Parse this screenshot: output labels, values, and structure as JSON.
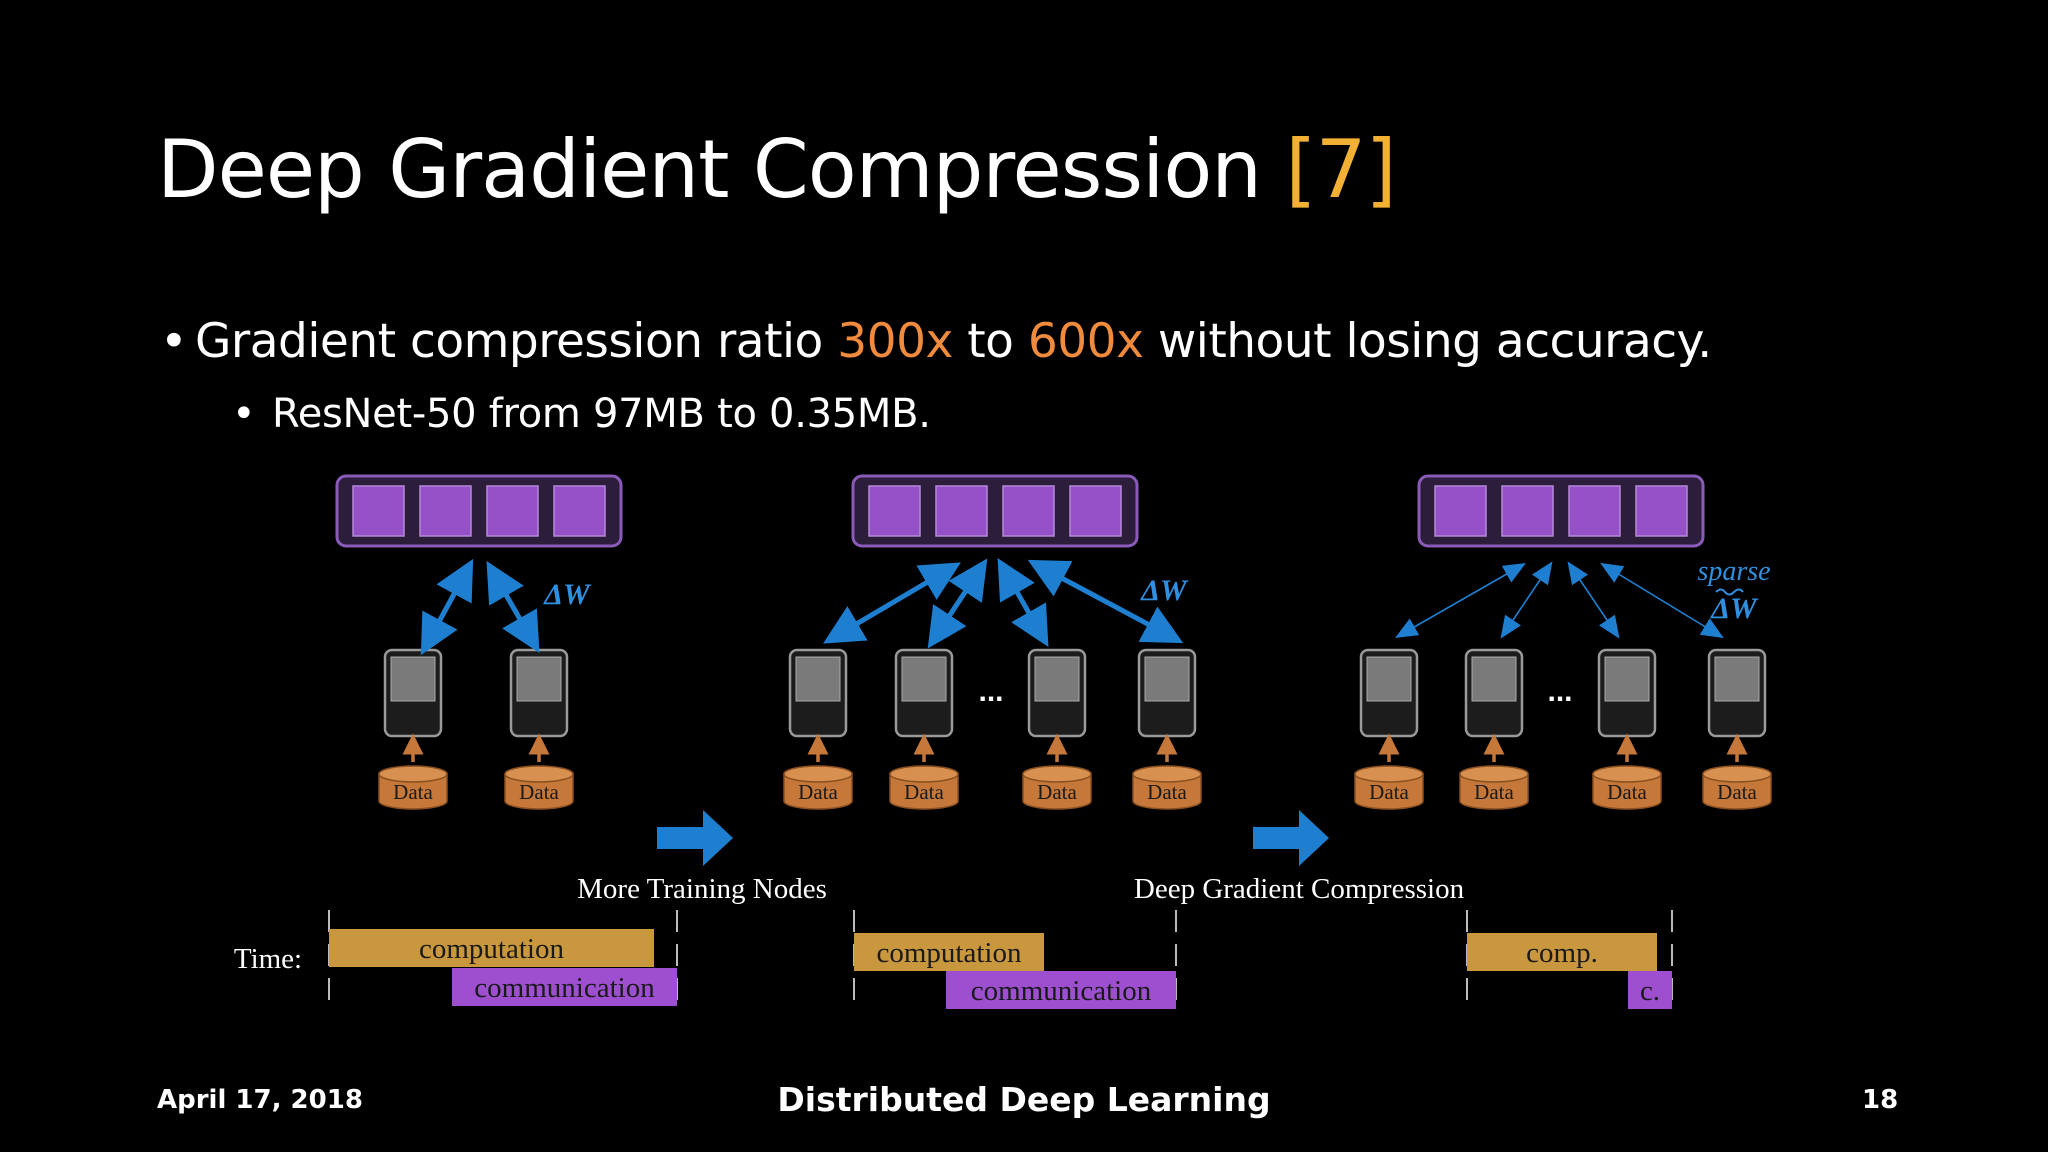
{
  "slide": {
    "title": "Deep Gradient Compression",
    "title_ref": "[7]",
    "bullet_main": {
      "text_before": "Gradient compression ratio ",
      "ratio_low": "300x",
      "text_mid": " to ",
      "ratio_high": "600x",
      "text_after": " without losing accuracy."
    },
    "bullet_sub": "ResNet-50 from 97MB to 0.35MB."
  },
  "diagram": {
    "data_label": "Data",
    "ellipsis": "...",
    "delta_w": "ΔW",
    "sparse_label": "sparse",
    "sparse_delta": "ΔW",
    "transition_1": "More Training Nodes",
    "transition_2": "Deep Gradient Compression",
    "time_label": "Time:",
    "timeline_1": {
      "computation": "computation",
      "communication": "communication"
    },
    "timeline_2": {
      "computation": "computation",
      "communication": "communication"
    },
    "timeline_3": {
      "computation": "comp.",
      "communication": "c."
    }
  },
  "footer": {
    "date": "April 17, 2018",
    "title": "Distributed Deep Learning",
    "page": "18"
  },
  "colors": {
    "background": "#000000",
    "title_ref": "#f2b134",
    "ratio_highlight": "#f08a3c",
    "arrow_blue": "#1e7fd0",
    "label_blue": "#2f8fe0",
    "param_server_fill": "#2c1d3a",
    "param_server_border": "#8a5ab8",
    "param_block": "#9650c8",
    "data_cylinder": "#c6783a",
    "computation_bar": "#c9973e",
    "communication_bar": "#9d4fd0"
  }
}
